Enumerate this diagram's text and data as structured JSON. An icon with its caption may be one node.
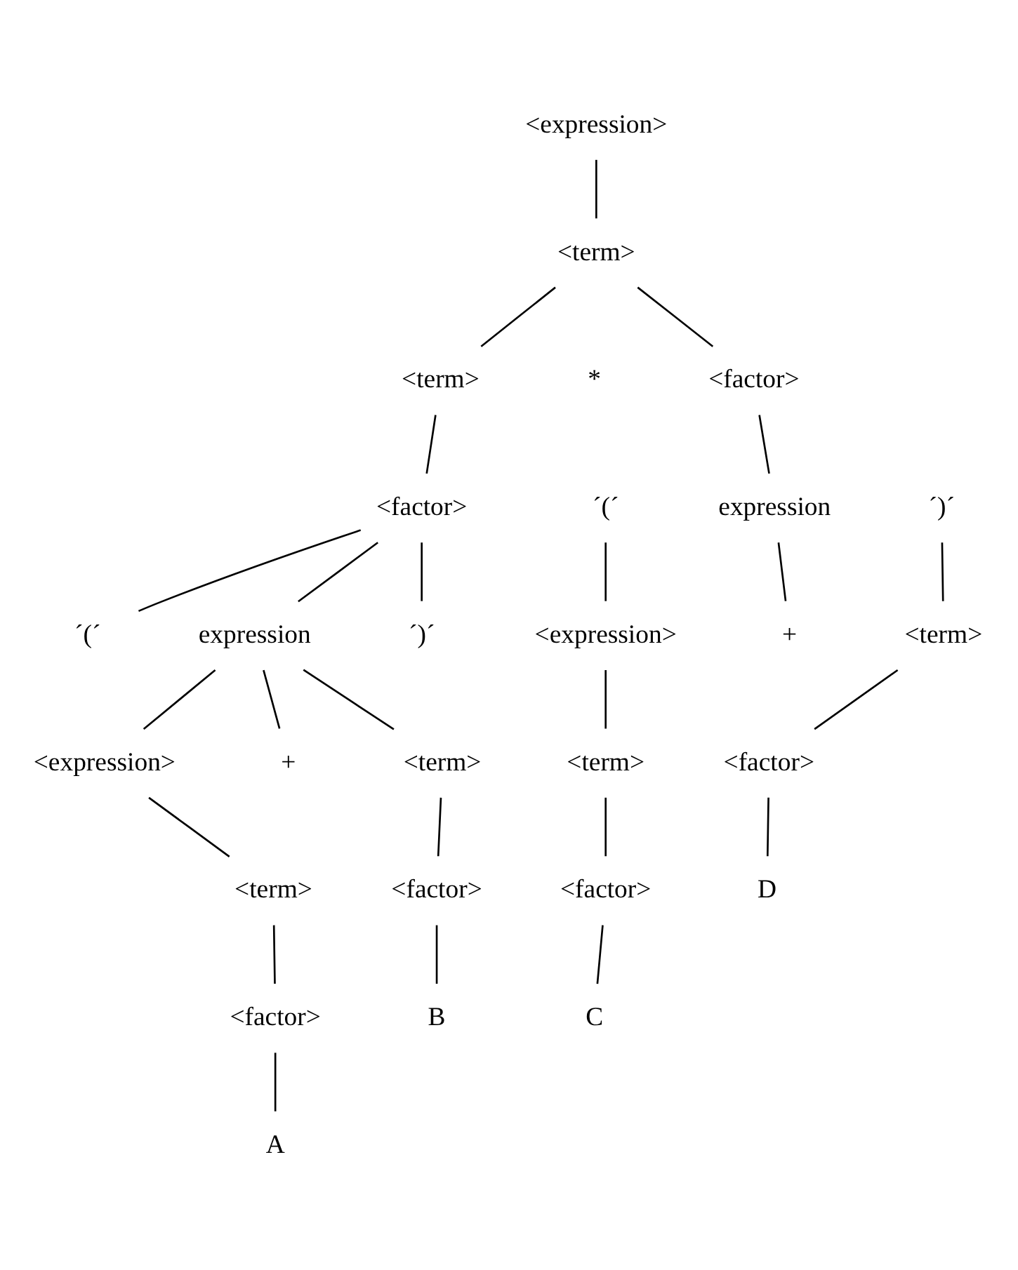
{
  "diagram": {
    "nodes": [
      {
        "text": [
          "<expression>"
        ]
      },
      {
        "text": [
          "<term>"
        ]
      },
      {
        "text": [
          "<term>"
        ]
      },
      {
        "text": [
          "<factor>"
        ]
      },
      {
        "text": [
          "<factor>"
        ]
      },
      {
        "text": [
          "´(´"
        ]
      },
      {
        "text": [
          "expression"
        ]
      },
      {
        "text": [
          "´)´"
        ]
      },
      {
        "text": [
          "´(´"
        ]
      },
      {
        "text": [
          "expression"
        ]
      },
      {
        "text": [
          "´)´"
        ]
      },
      {
        "text": [
          "<expression>"
        ]
      },
      {
        "text": [
          "+"
        ]
      },
      {
        "text": [
          "<term>"
        ]
      },
      {
        "text": [
          "<expression>"
        ]
      },
      {
        "text": [
          "+"
        ]
      },
      {
        "text": [
          "<term>"
        ]
      },
      {
        "text": [
          "<term>"
        ]
      },
      {
        "text": [
          "<factor>"
        ]
      },
      {
        "text": [
          "<term>"
        ]
      },
      {
        "text": [
          "<factor>"
        ]
      },
      {
        "text": [
          "<factor>"
        ]
      },
      {
        "text": [
          "D"
        ]
      },
      {
        "text": [
          "<factor>"
        ]
      },
      {
        "text": [
          "B"
        ]
      },
      {
        "text": [
          "C"
        ]
      },
      {
        "text": [
          "A"
        ]
      }
    ],
    "edges": [
      {
        "from": 0,
        "to": 1,
        "arrow": "none"
      },
      {
        "from": 1,
        "to": 2,
        "arrow": "none"
      },
      {
        "from": 1,
        "to": 3,
        "arrow": "none"
      },
      {
        "from": 2,
        "to": 4,
        "arrow": "none"
      },
      {
        "from": 3,
        "to": 6,
        "arrow": "none"
      },
      {
        "from": 4,
        "to": 8,
        "arrow": "none"
      },
      {
        "from": 4,
        "to": 9,
        "arrow": "none"
      },
      {
        "from": 4,
        "to": 10,
        "arrow": "none"
      },
      {
        "from": 5,
        "to": 11,
        "arrow": "none"
      },
      {
        "from": 6,
        "to": 12,
        "arrow": "none"
      },
      {
        "from": 7,
        "to": 13,
        "arrow": "none"
      },
      {
        "from": 9,
        "to": 14,
        "arrow": "none"
      },
      {
        "from": 9,
        "to": 15,
        "arrow": "none"
      },
      {
        "from": 9,
        "to": 16,
        "arrow": "none"
      },
      {
        "from": 11,
        "to": 17,
        "arrow": "none"
      },
      {
        "from": 13,
        "to": 18,
        "arrow": "none"
      },
      {
        "from": 14,
        "to": 19,
        "arrow": "none"
      },
      {
        "from": 16,
        "to": 20,
        "arrow": "none"
      },
      {
        "from": 17,
        "to": 21,
        "arrow": "none"
      },
      {
        "from": 18,
        "to": 22,
        "arrow": "none"
      },
      {
        "from": 19,
        "to": 23,
        "arrow": "none"
      },
      {
        "from": 20,
        "to": 24,
        "arrow": "none"
      },
      {
        "from": 21,
        "to": 25,
        "arrow": "none"
      },
      {
        "from": 23,
        "to": 26,
        "arrow": "none"
      }
    ],
    "labels": [
      "*"
    ]
  }
}
